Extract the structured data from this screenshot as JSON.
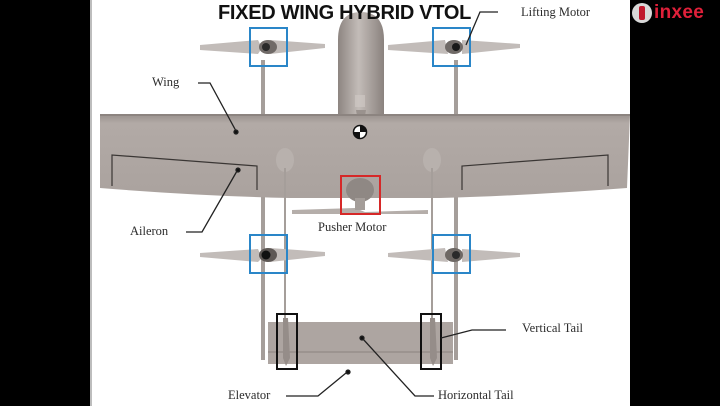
{
  "title": "FIXED WING HYBRID VTOL",
  "brand": {
    "name": "inxee",
    "color": "#e0203a",
    "logo_icon": "inxee-logo-icon"
  },
  "labels": {
    "lifting_motor": "Lifting Motor",
    "wing": "Wing",
    "aileron": "Aileron",
    "pusher_motor": "Pusher Motor",
    "vertical_tail": "Vertical Tail",
    "elevator": "Elevator",
    "horizontal_tail": "Horizontal Tail"
  },
  "colors": {
    "background": "#000000",
    "panel": "#ffffff",
    "airframe": "#a9a19d",
    "lifting_motor_box": "#2a86c8",
    "pusher_motor_box": "#d62828",
    "vertical_tail_box": "#111111"
  }
}
